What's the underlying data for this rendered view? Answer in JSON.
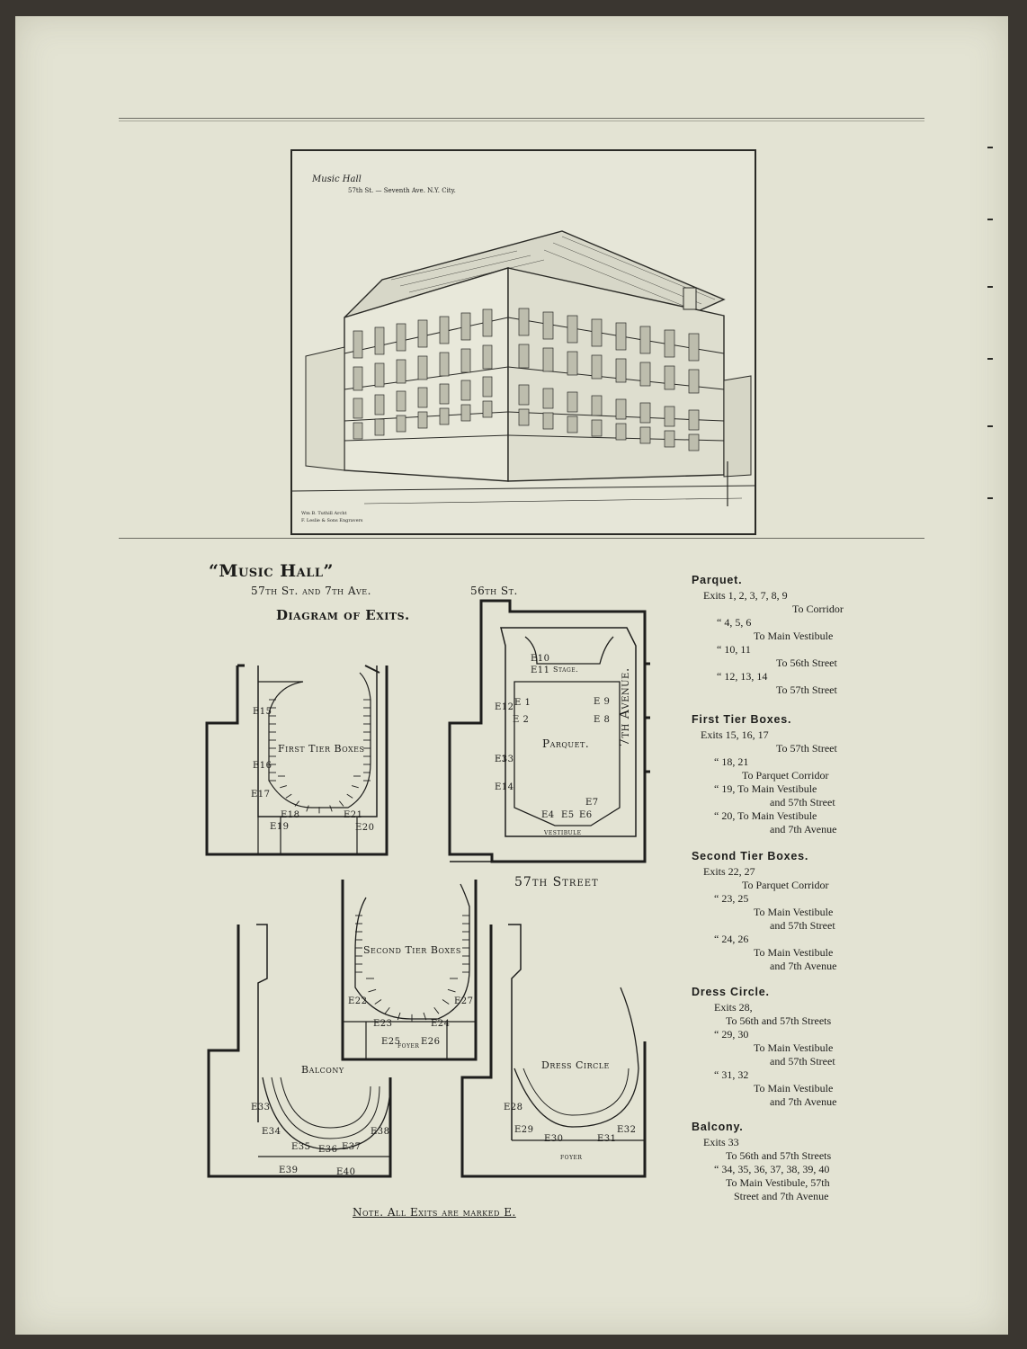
{
  "engraving": {
    "caption_title": "Music Hall",
    "caption_address": "57th St. — Seventh Ave. N.Y. City.",
    "architect_credit_1": "Wm B. Tuthill Archt",
    "architect_credit_2": "F. Leslie & Sons Engravers"
  },
  "plan": {
    "title_line1": "“Music Hall”",
    "title_line2": "57th St. and 7th Ave.",
    "title_line3": "Diagram of Exits.",
    "street_top": "56th St.",
    "street_bottom": "57th Street",
    "avenue": "7th Avenue.",
    "first_tier": "First Tier Boxes",
    "second_tier": "Second Tier Boxes",
    "parquet": "Parquet.",
    "stage": "Stage.",
    "vestibule": "Vestibule",
    "balcony": "Balcony",
    "dress_circle": "Dress Circle",
    "foyer": "Foyer",
    "note": "Note. All Exits are marked E."
  },
  "legend": {
    "parquet": {
      "heading": "Parquet.",
      "l1": "Exits 1, 2, 3, 7, 8, 9",
      "l2": "To Corridor",
      "l3": "“ 4, 5, 6",
      "l4": "To Main Vestibule",
      "l5": "“ 10, 11",
      "l6": "To 56th Street",
      "l7": "“ 12, 13, 14",
      "l8": "To 57th Street"
    },
    "first_tier": {
      "heading": "First Tier Boxes.",
      "l1": "Exits 15, 16, 17",
      "l2": "To 57th Street",
      "l3": "“ 18, 21",
      "l4": "To Parquet Corridor",
      "l5": "“ 19, To Main Vestibule",
      "l6": "and 57th Street",
      "l7": "“ 20, To Main Vestibule",
      "l8": "and 7th Avenue"
    },
    "second_tier": {
      "heading": "Second Tier Boxes.",
      "l1": "Exits 22, 27",
      "l2": "To Parquet Corridor",
      "l3": "“ 23, 25",
      "l4": "To Main Vestibule",
      "l5": "and 57th Street",
      "l6": "“ 24, 26",
      "l7": "To Main Vestibule",
      "l8": "and 7th Avenue"
    },
    "dress_circle": {
      "heading": "Dress Circle.",
      "l1": "Exits 28,",
      "l2": "To 56th and 57th Streets",
      "l3": "“ 29, 30",
      "l4": "To Main Vestibule",
      "l5": "and 57th Street",
      "l6": "“ 31, 32",
      "l7": "To Main Vestibule",
      "l8": "and 7th Avenue"
    },
    "balcony": {
      "heading": "Balcony.",
      "l1": "Exits 33",
      "l2": "To 56th and 57th Streets",
      "l3": "“ 34, 35, 36, 37, 38, 39, 40",
      "l4": "To Main Vestibule, 57th",
      "l5": "Street and 7th Avenue"
    }
  },
  "exit_labels": {
    "e1": "E 1",
    "e2": "E 2",
    "e3": "E3",
    "e4": "E4",
    "e5": "E5",
    "e6": "E6",
    "e7": "E7",
    "e8": "E 8",
    "e9": "E 9",
    "e10": "E10",
    "e11": "E11",
    "e12": "E12",
    "e13": "E13",
    "e14": "E14",
    "e15": "E15",
    "e16": "E16",
    "e17": "E17",
    "e18": "E18",
    "e19": "E19",
    "e20": "E20",
    "e21": "E21",
    "e22": "E22",
    "e23": "E23",
    "e24": "E24",
    "e25": "E25",
    "e26": "E26",
    "e27": "E27",
    "e28": "E28",
    "e29": "E29",
    "e30": "E30",
    "e31": "E31",
    "e32": "E32",
    "e33": "E33",
    "e34": "E34",
    "e35": "E35",
    "e36": "E36",
    "e37": "E37",
    "e38": "E38",
    "e39": "E39",
    "e40": "E40"
  }
}
